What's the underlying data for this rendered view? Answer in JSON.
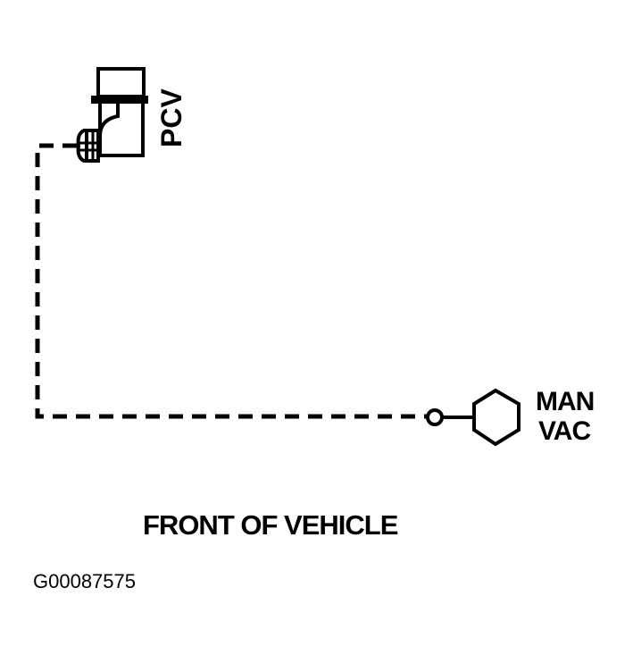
{
  "diagram": {
    "pcv_label": "PCV",
    "man_vac_line1": "MAN",
    "man_vac_line2": "VAC",
    "orientation_label": "FRONT OF VEHICLE",
    "figure_id": "G00087575"
  },
  "colors": {
    "ink": "#000000",
    "background": "#ffffff"
  },
  "icons": {
    "pcv_valve": "pcv-valve-icon",
    "manifold_vacuum_port": "hexagon-port-icon",
    "hose_connector": "circle-fitting-icon"
  }
}
